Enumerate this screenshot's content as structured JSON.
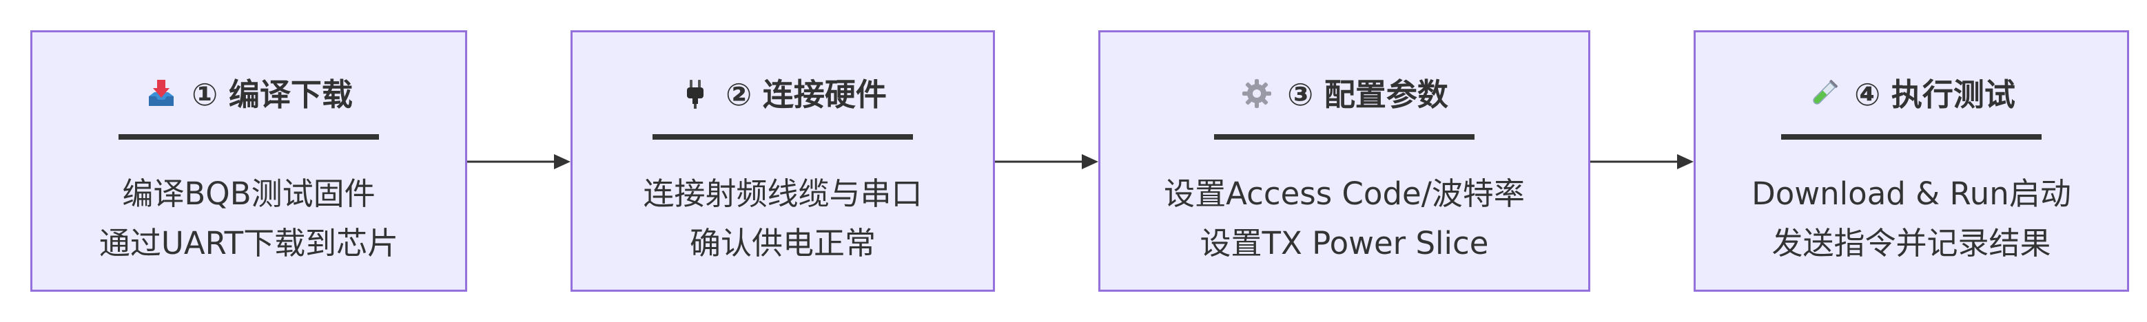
{
  "steps": [
    {
      "icon": "inbox-tray-icon",
      "title": "① 编译下载",
      "lines": [
        "编译BQB测试固件",
        "通过UART下载到芯片"
      ]
    },
    {
      "icon": "electric-plug-icon",
      "title": "② 连接硬件",
      "lines": [
        "连接射频线缆与串口",
        "确认供电正常"
      ]
    },
    {
      "icon": "gear-icon",
      "title": "③ 配置参数",
      "lines": [
        "设置Access Code/波特率",
        "设置TX Power Slice"
      ]
    },
    {
      "icon": "test-tube-icon",
      "title": "④ 执行测试",
      "lines": [
        "Download & Run启动",
        "发送指令并记录结果"
      ]
    }
  ],
  "colors": {
    "node_fill": "#ececfe",
    "node_border": "#9470dc",
    "text": "#333333",
    "edge": "#333333"
  }
}
